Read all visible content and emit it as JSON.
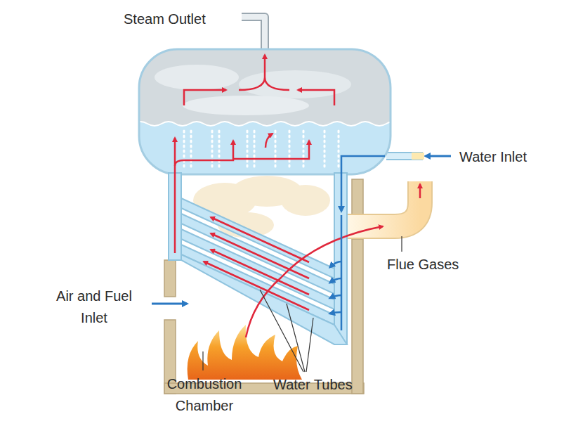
{
  "diagram": {
    "labels": [
      "Steam Outlet",
      "Water Inlet",
      "Flue Gases",
      "Air and Fuel Inlet",
      "Combustion Chamber",
      "Water Tubes"
    ]
  }
}
